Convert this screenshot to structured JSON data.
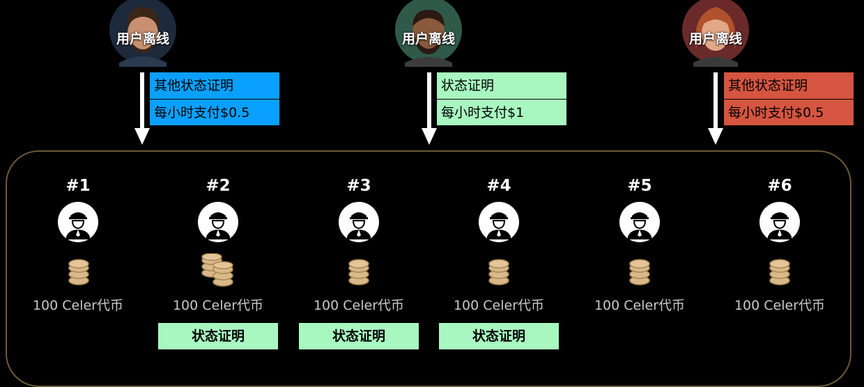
{
  "users": [
    {
      "label": "用户离线",
      "ring_color": "#1d2a3c",
      "skin": "#c89070",
      "hair": "#3b2618"
    },
    {
      "label": "用户离线",
      "ring_color": "#2f5a4a",
      "skin": "#8a5a3c",
      "hair": "#2a1a12"
    },
    {
      "label": "用户离线",
      "ring_color": "#6a2a2a",
      "skin": "#e2a888",
      "hair": "#b0522c"
    }
  ],
  "info_boxes": [
    {
      "rows": [
        "其他状态证明",
        "每小时支付$0.5"
      ],
      "color": "#0aa0ff",
      "text_color": "#000000"
    },
    {
      "rows": [
        "状态证明",
        "每小时支付$1"
      ],
      "color": "#a8f7c0",
      "text_color": "#000000"
    },
    {
      "rows": [
        "其他状态证明",
        "每小时支付$0.5"
      ],
      "color": "#d55540",
      "text_color": "#000000"
    }
  ],
  "nodes": [
    {
      "number": "#1",
      "tokens": "100 Celer代币",
      "coin_stacks": 1
    },
    {
      "number": "#2",
      "tokens": "100 Celer代币",
      "coin_stacks": 2
    },
    {
      "number": "#3",
      "tokens": "100 Celer代币",
      "coin_stacks": 1
    },
    {
      "number": "#4",
      "tokens": "100 Celer代币",
      "coin_stacks": 1
    },
    {
      "number": "#5",
      "tokens": "100 Celer代币",
      "coin_stacks": 1
    },
    {
      "number": "#6",
      "tokens": "100 Celer代币",
      "coin_stacks": 1
    }
  ],
  "proofs": [
    {
      "label": "状态证明",
      "node": "#2"
    },
    {
      "label": "状态证明",
      "node": "#3"
    },
    {
      "label": "状态证明",
      "node": "#4"
    }
  ],
  "colors": {
    "coin": "#d9b98a",
    "coin_edge": "#a88652",
    "container_border": "#6b5a3a",
    "proof_bg": "#a8f7c0"
  },
  "icons": {
    "node": "guard-icon",
    "coins": "coin-stack-icon",
    "user": "avatar-icon",
    "arrow": "arrow-down-icon"
  }
}
